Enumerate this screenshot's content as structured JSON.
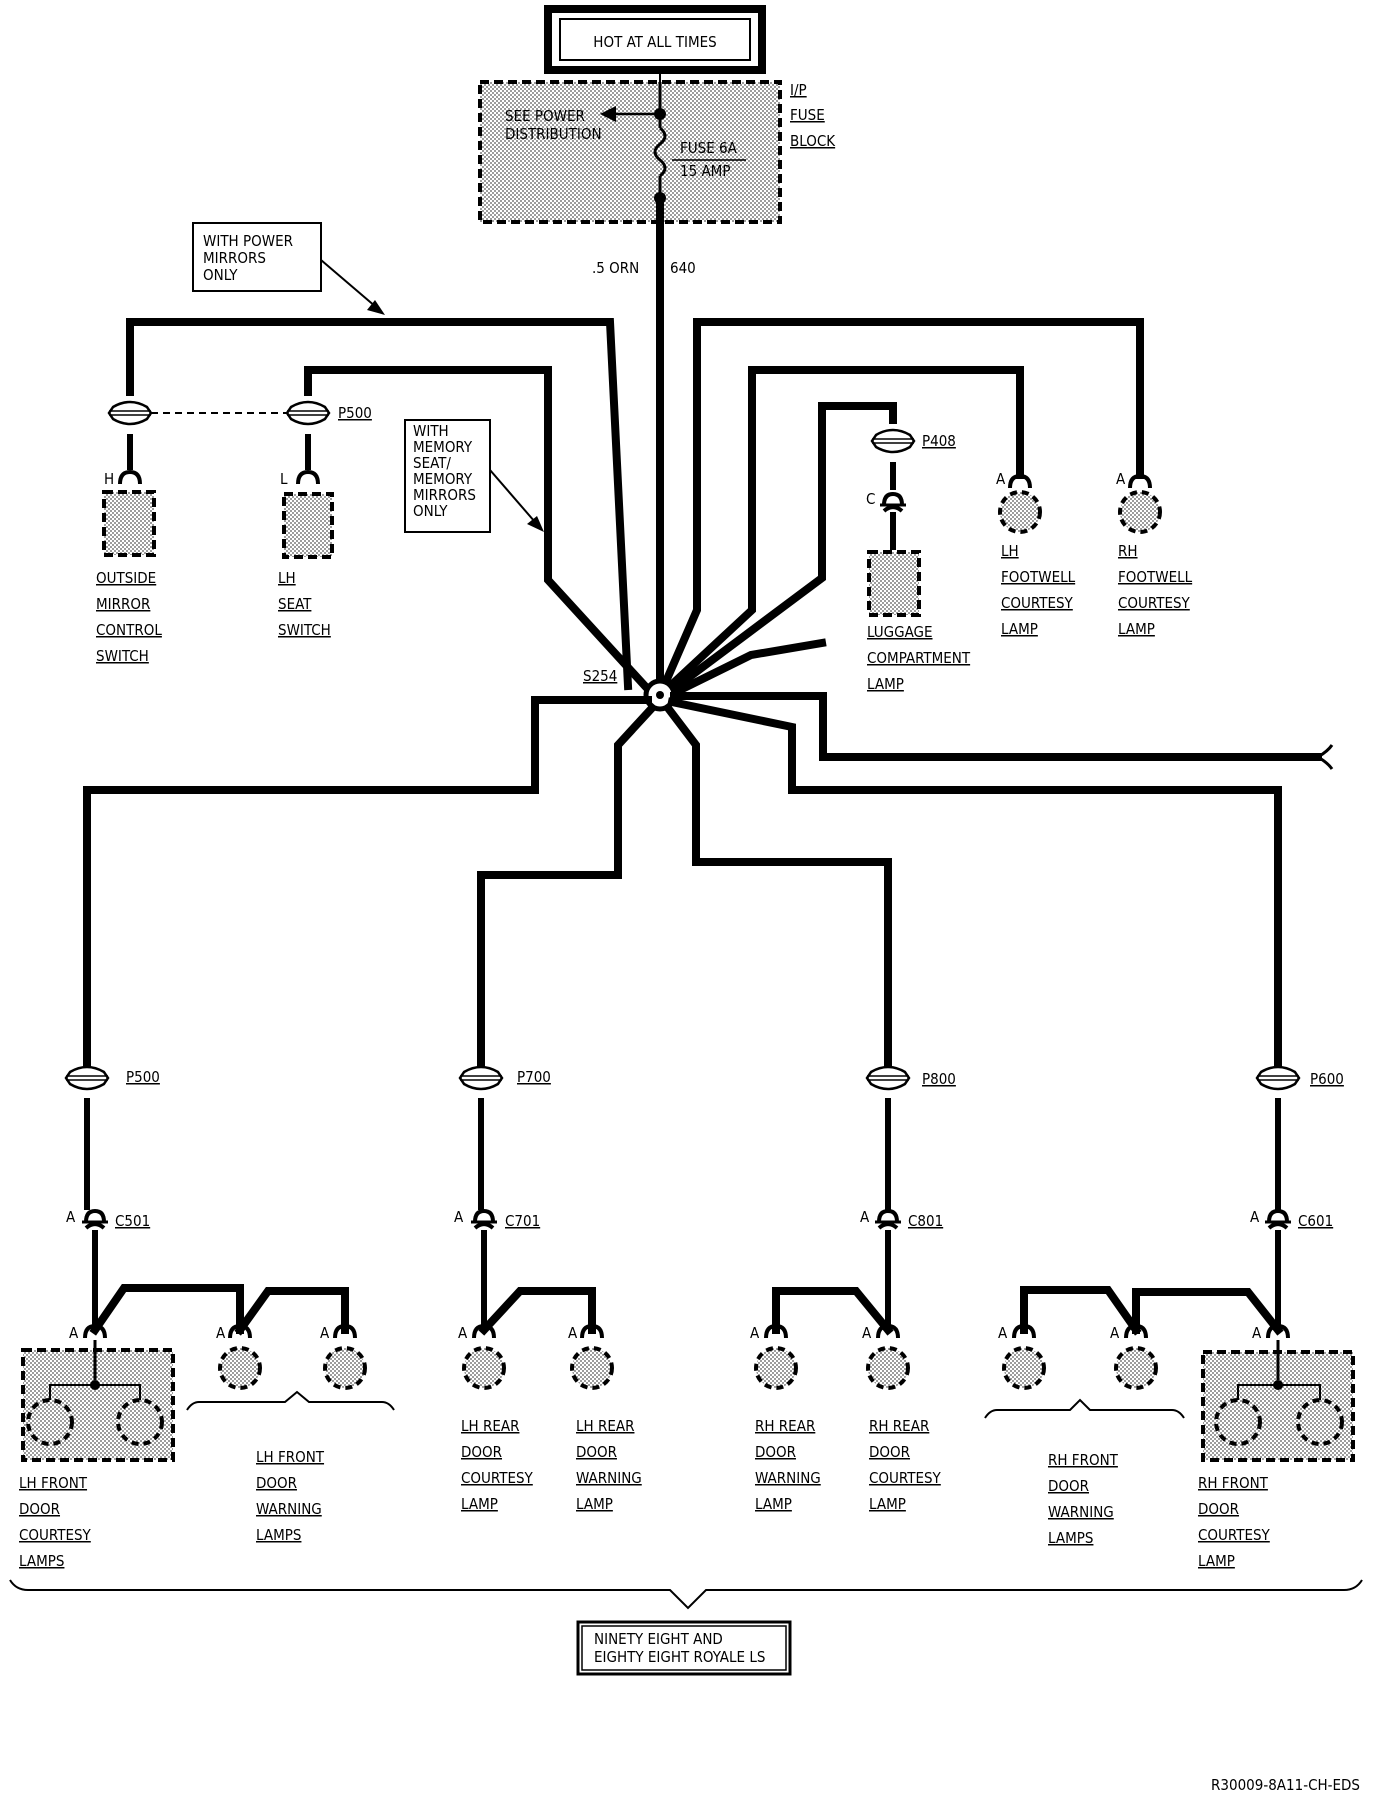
{
  "hot_label": "HOT AT ALL TIMES",
  "power_dist": [
    "SEE POWER",
    "DISTRIBUTION"
  ],
  "fuse": [
    "FUSE 6A",
    "15 AMP"
  ],
  "fuse_block": [
    "I/P",
    "FUSE",
    "BLOCK"
  ],
  "wire": {
    "gauge": ".5 ORN",
    "circuit": "640"
  },
  "note_power_mirrors": [
    "WITH POWER",
    "MIRRORS",
    "ONLY"
  ],
  "note_memory": [
    "WITH",
    "MEMORY",
    "SEAT/",
    "MEMORY",
    "MIRRORS",
    "ONLY"
  ],
  "splice": "S254",
  "connectors": {
    "p500_top": "P500",
    "p408": "P408",
    "p500": "P500",
    "p700": "P700",
    "p800": "P800",
    "p600": "P600",
    "c501": "C501",
    "c701": "C701",
    "c801": "C801",
    "c601": "C601"
  },
  "pins": {
    "h": "H",
    "l": "L",
    "c": "C",
    "a": "A"
  },
  "components": {
    "outside_mirror": [
      "OUTSIDE",
      "MIRROR",
      "CONTROL",
      "SWITCH"
    ],
    "lh_seat": [
      "LH",
      "SEAT",
      "SWITCH"
    ],
    "luggage": [
      "LUGGAGE",
      "COMPARTMENT",
      "LAMP"
    ],
    "lh_footwell": [
      "LH",
      "FOOTWELL",
      "COURTESY",
      "LAMP"
    ],
    "rh_footwell": [
      "RH",
      "FOOTWELL",
      "COURTESY",
      "LAMP"
    ],
    "lh_front_courtesy": [
      "LH FRONT",
      "DOOR",
      "COURTESY",
      "LAMPS"
    ],
    "lh_front_warning": [
      "LH FRONT",
      "DOOR",
      "WARNING",
      "LAMPS"
    ],
    "lh_rear_courtesy": [
      "LH REAR",
      "DOOR",
      "COURTESY",
      "LAMP"
    ],
    "lh_rear_warning": [
      "LH REAR",
      "DOOR",
      "WARNING",
      "LAMP"
    ],
    "rh_rear_warning": [
      "RH REAR",
      "DOOR",
      "WARNING",
      "LAMP"
    ],
    "rh_rear_courtesy": [
      "RH REAR",
      "DOOR",
      "COURTESY",
      "LAMP"
    ],
    "rh_front_warning": [
      "RH FRONT",
      "DOOR",
      "WARNING",
      "LAMPS"
    ],
    "rh_front_courtesy": [
      "RH FRONT",
      "DOOR",
      "COURTESY",
      "LAMP"
    ]
  },
  "model_note": [
    "NINETY EIGHT AND",
    "EIGHTY EIGHT ROYALE LS"
  ],
  "drawing_id": "R30009-8A11-CH-EDS"
}
